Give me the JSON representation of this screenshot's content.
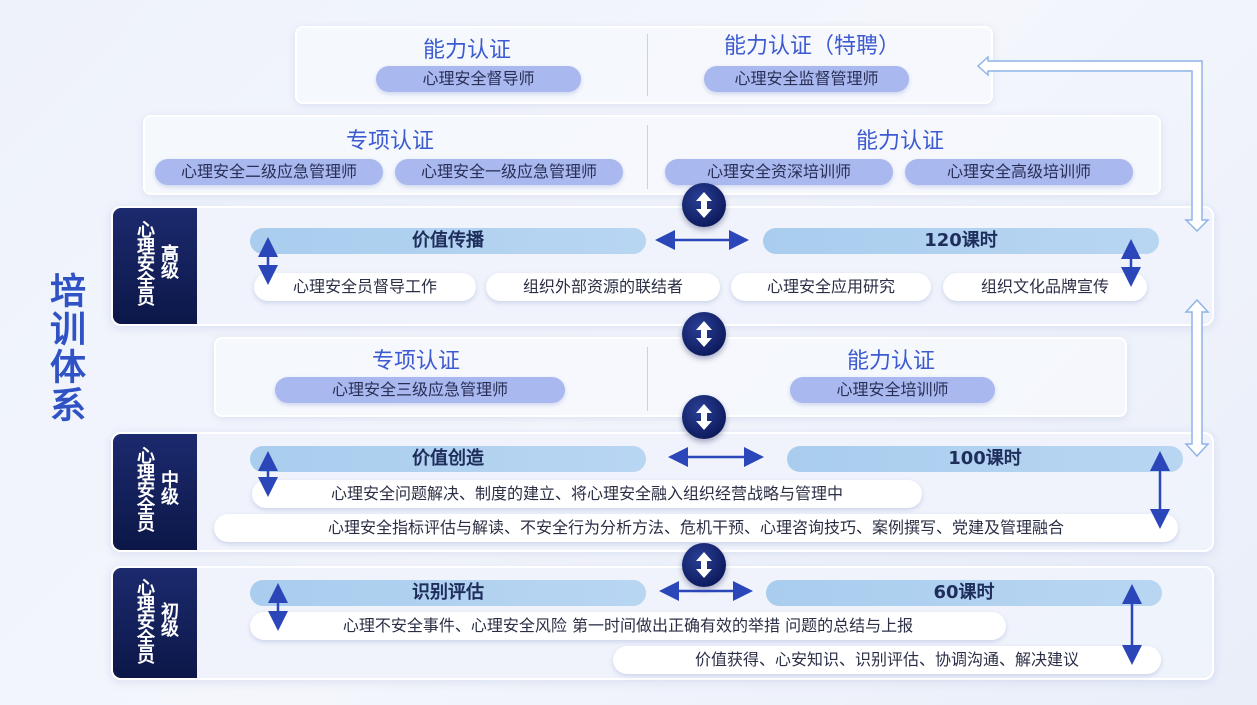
{
  "side_title": "培训体系",
  "top_panel": {
    "left": {
      "title": "能力认证",
      "items": [
        "心理安全督导师"
      ]
    },
    "right": {
      "title": "能力认证（特聘）",
      "items": [
        "心理安全监督管理师"
      ]
    }
  },
  "second_panel": {
    "left": {
      "title": "专项认证",
      "items": [
        "心理安全二级应急管理师",
        "心理安全一级应急管理师"
      ]
    },
    "right": {
      "title": "能力认证",
      "items": [
        "心理安全资深培训师",
        "心理安全高级培训师"
      ]
    }
  },
  "senior": {
    "label": "心理安全员",
    "level": "高级",
    "head_left": "价值传播",
    "head_right": "120课时",
    "items": [
      "心理安全员督导工作",
      "组织外部资源的联结者",
      "心理安全应用研究",
      "组织文化品牌宣传"
    ]
  },
  "middle_panel": {
    "left": {
      "title": "专项认证",
      "items": [
        "心理安全三级应急管理师"
      ]
    },
    "right": {
      "title": "能力认证",
      "items": [
        "心理安全培训师"
      ]
    }
  },
  "intermediate": {
    "label": "心理安全员",
    "level": "中级",
    "head_left": "价值创造",
    "head_right": "100课时",
    "items": [
      "心理安全问题解决、制度的建立、将心理安全融入组织经营战略与管理中",
      "心理安全指标评估与解读、不安全行为分析方法、危机干预、心理咨询技巧、案例撰写、党建及管理融合"
    ]
  },
  "junior": {
    "label": "心理安全员",
    "level": "初级",
    "head_left": "识别评估",
    "head_right": "60课时",
    "items": [
      "心理不安全事件、心理安全风险 第一时间做出正确有效的举措 问题的总结与上报",
      "价值获得、心安知识、识别评估、协调沟通、解决建议"
    ]
  },
  "colors": {
    "accent": "#3d5bd0",
    "navy": "#0c1748",
    "pill": "#a9b8ef",
    "head_bar": "#a9cdee",
    "arrow": "#2a46b8"
  }
}
